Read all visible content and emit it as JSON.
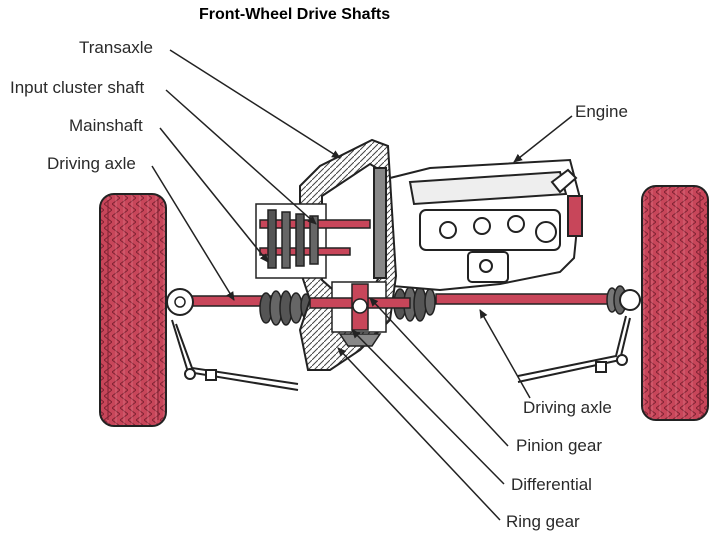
{
  "title": "Front-Wheel Drive Shafts",
  "labels": {
    "transaxle": "Transaxle",
    "input_cluster_shaft": "Input cluster shaft",
    "mainshaft": "Mainshaft",
    "driving_axle_left": "Driving axle",
    "engine": "Engine",
    "driving_axle_right": "Driving axle",
    "pinion_gear": "Pinion gear",
    "differential": "Differential",
    "ring_gear": "Ring gear"
  },
  "colors": {
    "part_red": "#c8465a",
    "outline": "#222222",
    "background": "#ffffff"
  }
}
